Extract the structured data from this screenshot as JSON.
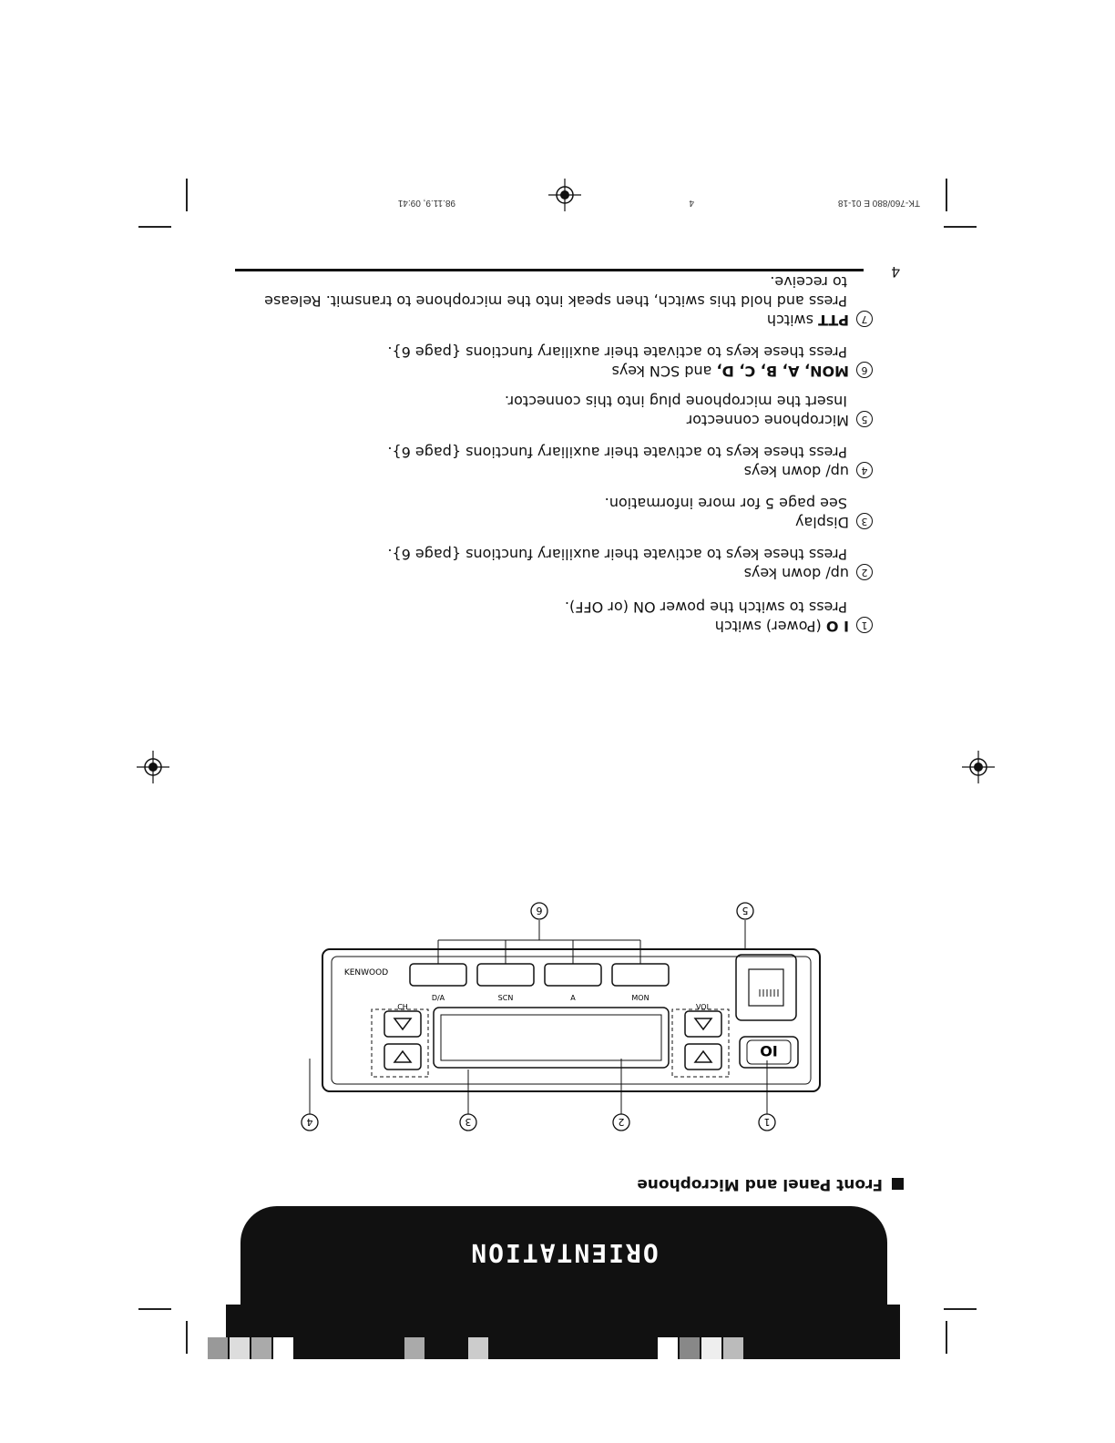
{
  "header": {
    "title": "ORIENTATION"
  },
  "section": {
    "title": "Front Panel and Microphone"
  },
  "slug": {
    "file": "TK-760/880 E 01-18",
    "page": "4",
    "date": "98.11.9, 09:41"
  },
  "panel": {
    "brand": "KENWOOD",
    "key_labels": [
      "MON",
      "A",
      "SCN",
      "D/A"
    ],
    "vol_label": "VOL",
    "ch_label": "CH",
    "power_label": "IO",
    "callouts": [
      "1",
      "2",
      "3",
      "4",
      "5",
      "6"
    ]
  },
  "items": [
    {
      "num": "1",
      "title_bold": "I O",
      "title_rest": " (Power) switch",
      "desc": "Press to switch the power ON (or OFF)."
    },
    {
      "num": "2",
      "title_bold": "",
      "title_rest": "up/ down keys",
      "desc": "Press these keys to activate their auxiliary functions {page 6}."
    },
    {
      "num": "3",
      "title_bold": "",
      "title_rest": "Display",
      "desc": "See page 5 for more information."
    },
    {
      "num": "4",
      "title_bold": "",
      "title_rest": "up/ down keys",
      "desc": "Press these keys to activate their auxiliary functions {page 6}."
    },
    {
      "num": "5",
      "title_bold": "",
      "title_rest": "Microphone connector",
      "desc": "Insert the microphone plug into this connector."
    },
    {
      "num": "6",
      "title_bold": "MON, A, B, C, D,",
      "title_rest": " and SCN keys",
      "desc": "Press these keys to activate their auxiliary functions {page 6}."
    },
    {
      "num": "7",
      "title_bold": "PTT",
      "title_rest": " switch",
      "desc": "Press and hold this switch, then speak into the microphone to transmit. Release to receive."
    }
  ],
  "page_number": "4"
}
